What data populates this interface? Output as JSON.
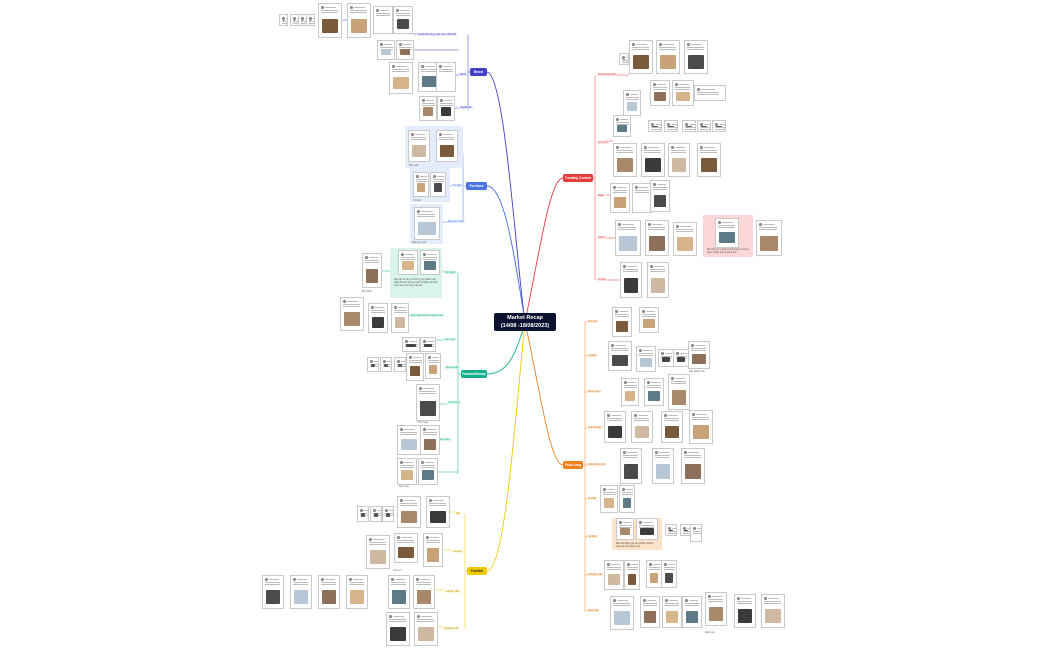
{
  "center": {
    "title": "Market Recap",
    "subtitle": "(14/08 -18/08/2023)"
  },
  "branches": [
    {
      "id": "b-purple",
      "label": "Brand",
      "color": "#3f3fc7"
    },
    {
      "id": "b-blue",
      "label": "Furniture",
      "color": "#4a74e0"
    },
    {
      "id": "b-teal",
      "label": "Fashion/Beauty",
      "color": "#12b08a"
    },
    {
      "id": "b-yellow",
      "label": "Fan/Idol",
      "color": "#f0c800"
    },
    {
      "id": "b-red",
      "label": "Trending Content",
      "color": "#e63c3c"
    },
    {
      "id": "b-orange",
      "label": "Phuc Long",
      "color": "#f0801e"
    }
  ],
  "subtopics": {
    "purple": [
      "Chuỗi đồ uống cafe trên TP.HCM",
      "Bánh",
      "Highlands"
    ],
    "blue": [
      "Bếp cafe",
      "Tủ lạnh",
      "Máy lọc nước"
    ],
    "teal": [
      "Mỹ phẩm",
      "Son môi",
      "Cách phối đồ cho người mới",
      "Bộ sưu tập",
      "Thời trang",
      "Skin care"
    ],
    "yellow": [
      "Idol",
      "Concert",
      "Hội fan Việt",
      "Fandom Idol"
    ],
    "red": [
      "Thời trang 2023",
      "Ẩm thực",
      "Bánh",
      "Giải trí",
      "Du lịch"
    ],
    "orange": [
      "Trà sữa",
      "Cà phê",
      "Phúc Long",
      "Tea Garden",
      "Sản phẩm mới",
      "Ưu đãi",
      "Sự kiện",
      "Khuyến mãi",
      "Đánh giá"
    ]
  },
  "notes": {
    "teal_note": "Bài viết về các xu hướng mỹ phẩm mới, phối đồ theo phong cách tối giản và cách chọn son phù hợp màu da.",
    "red_note": "Bài viết về xu hướng thời trang mùa hè được nhiều người quan tâm.",
    "orange_note": "Bài viết đánh giá trải nghiệm khách hàng tại cửa hàng mới."
  },
  "colors": {
    "purple_bg": "#e8e8fb",
    "blue_bg": "#e4ecfc",
    "teal_bg": "#d9f5ea",
    "yellow_bg": "#fdf6d4",
    "red_bg": "#fde6e6",
    "orange_bg": "#fdeedd"
  }
}
